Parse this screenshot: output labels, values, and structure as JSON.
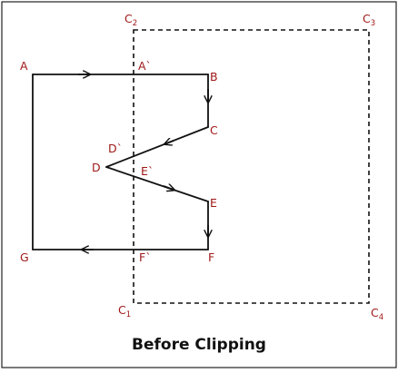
{
  "diagram": {
    "caption": "Before Clipping",
    "polygon_vertices": [
      "A",
      "B",
      "C",
      "D",
      "E",
      "F",
      "G"
    ],
    "intersection_points": [
      "A`",
      "D`",
      "E`",
      "F`"
    ],
    "clip_window_corners": [
      {
        "main": "C",
        "sub": "2"
      },
      {
        "main": "C",
        "sub": "3"
      },
      {
        "main": "C",
        "sub": "1"
      },
      {
        "main": "C",
        "sub": "4"
      }
    ],
    "colors": {
      "label": "#a01818",
      "line": "#111111",
      "frame": "#222222"
    }
  }
}
